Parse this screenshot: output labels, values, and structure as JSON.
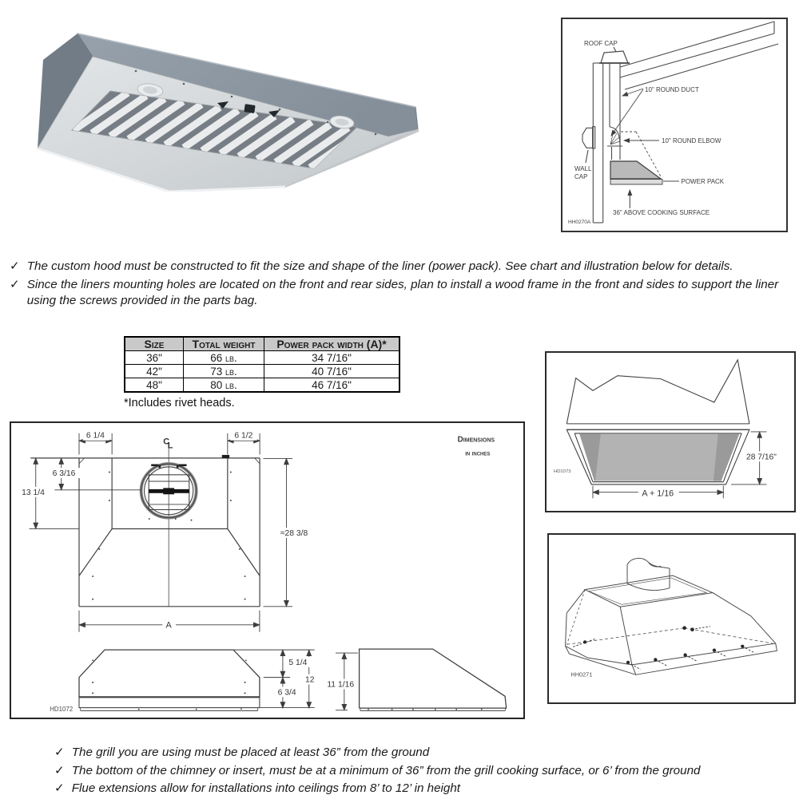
{
  "product_image": {
    "description": "stainless-steel power pack liner with baffle filters and two round lights"
  },
  "install_diagram": {
    "id": "HH0270A",
    "roof_cap": "ROOF CAP",
    "round_duct": "10\" ROUND DUCT",
    "round_elbow": "10\" ROUND ELBOW",
    "wall": "WALL",
    "cap": "CAP",
    "power_pack": "POWER PACK",
    "clearance": "36\" ABOVE COOKING SURFACE"
  },
  "notes_top": [
    "The custom hood must be constructed to fit the size and shape of the liner (power pack). See chart and illustration below for details.",
    "Since the liners mounting holes are located on the front and rear sides, plan to install a wood frame in the front and sides to support the liner using the screws provided in the parts bag."
  ],
  "spec_table": {
    "headers": [
      "Size",
      "Total weight",
      "Power pack width (A)*"
    ],
    "rows": [
      [
        "36\"",
        "66 lb.",
        "34 7/16\""
      ],
      [
        "42\"",
        "73 lb.",
        "40 7/16\""
      ],
      [
        "48\"",
        "80 lb.",
        "46 7/16\""
      ]
    ],
    "footnote": "*Includes rivet heads."
  },
  "dimension_drawing": {
    "id": "HD1072",
    "units_line1": "Dimensions",
    "units_line2": "in inches",
    "centerline_c": "C",
    "centerline_l": "L",
    "dims": {
      "top_left": "6 1/4",
      "top_right": "6 1/2",
      "duct_offset": "6 3/16",
      "back_depth": "13 1/4",
      "overall_depth": "≈28 3/8",
      "width": "A",
      "front_top": "5 1/4",
      "front_total": "12",
      "front_bottom": "6 3/4",
      "side_height": "11 1/16"
    }
  },
  "liner_shape": {
    "id": "HD1073",
    "width_dim": "A + 1/16",
    "height_dim": "28 7/16\""
  },
  "iso_view": {
    "id": "HH0271"
  },
  "notes_bottom": [
    "The grill you are using must be placed at least 36” from the ground",
    "The bottom of the chimney or insert, must be at a minimum of 36” from the grill cooking surface, or 6’ from the ground",
    "Flue extensions allow for installations into ceilings from 8’ to 12’ in height"
  ]
}
